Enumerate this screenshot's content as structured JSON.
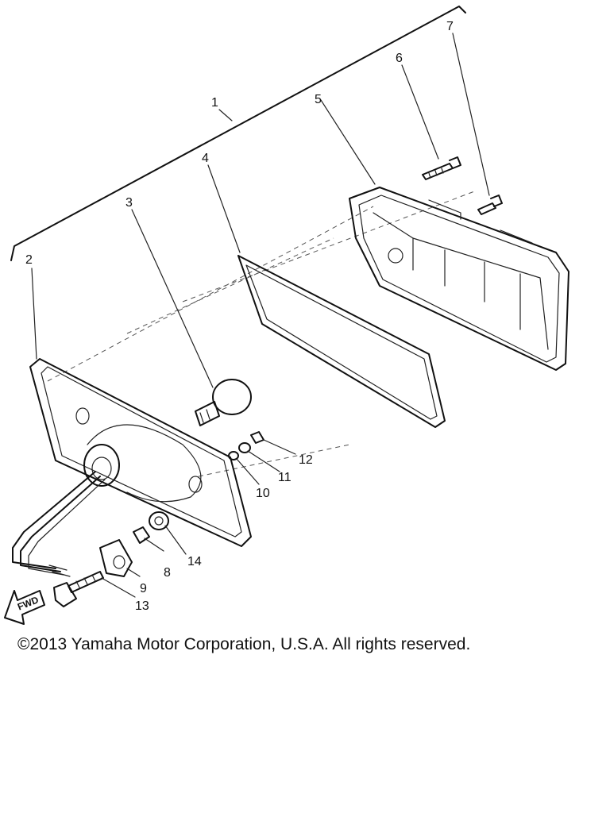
{
  "diagram": {
    "callouts": [
      "1",
      "2",
      "3",
      "4",
      "5",
      "6",
      "7",
      "8",
      "9",
      "10",
      "11",
      "12",
      "13",
      "14"
    ],
    "direction_label": "FWD"
  },
  "footer": {
    "copyright": "©2013 Yamaha Motor Corporation, U.S.A. All rights reserved."
  }
}
